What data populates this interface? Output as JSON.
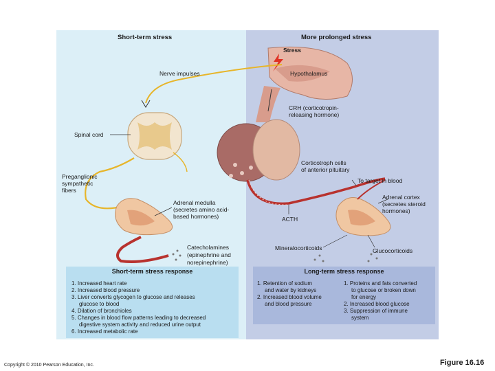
{
  "headers": {
    "left": "Short-term stress",
    "right": "More prolonged stress"
  },
  "labels": {
    "stress": "Stress",
    "nerve_impulses": "Nerve impulses",
    "hypothalamus": "Hypothalamus",
    "crh_1": "CRH (corticotropin-",
    "crh_2": "releasing hormone)",
    "spinal_cord": "Spinal cord",
    "corticotroph_1": "Corticotroph cells",
    "corticotroph_2": "of anterior pituitary",
    "to_target": "To target in blood",
    "preganglionic_1": "Preganglionic",
    "preganglionic_2": "sympathetic",
    "preganglionic_3": "fibers",
    "adrenal_medulla_1": "Adrenal medulla",
    "adrenal_medulla_2": "(secretes amino acid-",
    "adrenal_medulla_3": "based hormones)",
    "adrenal_cortex_1": "Adrenal cortex",
    "adrenal_cortex_2": "(secretes steroid",
    "adrenal_cortex_3": "hormones)",
    "acth": "ACTH",
    "catecholamines_1": "Catecholamines",
    "catecholamines_2": "(epinephrine and",
    "catecholamines_3": "norepinephrine)",
    "mineralocorticoids": "Mineralocorticoids",
    "glucocorticoids": "Glucocorticoids"
  },
  "short_term_response": {
    "title": "Short-term stress response",
    "items": [
      "1. Increased heart rate",
      "2. Increased blood pressure",
      "3. Liver converts glycogen to glucose and releases",
      "glucose to blood",
      "4. Dilation of bronchioles",
      "5. Changes in blood flow patterns leading to decreased",
      "digestive system activity and reduced urine output",
      "6. Increased metabolic rate"
    ]
  },
  "long_term_response": {
    "title": "Long-term stress response",
    "mineral_items": [
      "1. Retention of sodium",
      "and water by kidneys",
      "2. Increased blood volume",
      "and blood pressure"
    ],
    "gluco_items": [
      "1. Proteins and fats converted",
      "to glucose or broken down",
      "for energy",
      "2. Increased blood glucose",
      "3. Suppression of immune",
      "system"
    ]
  },
  "footer": {
    "copyright": "Copyright © 2010 Pearson Education, Inc.",
    "figure": "Figure 16.16"
  },
  "colors": {
    "left_panel": "#dceff7",
    "right_panel": "#c3cde6",
    "nerve": "#e7b52a",
    "blood_vessel": "#b8322e",
    "pituitary": "#b9786e",
    "adrenal": "#f0c7a2"
  }
}
